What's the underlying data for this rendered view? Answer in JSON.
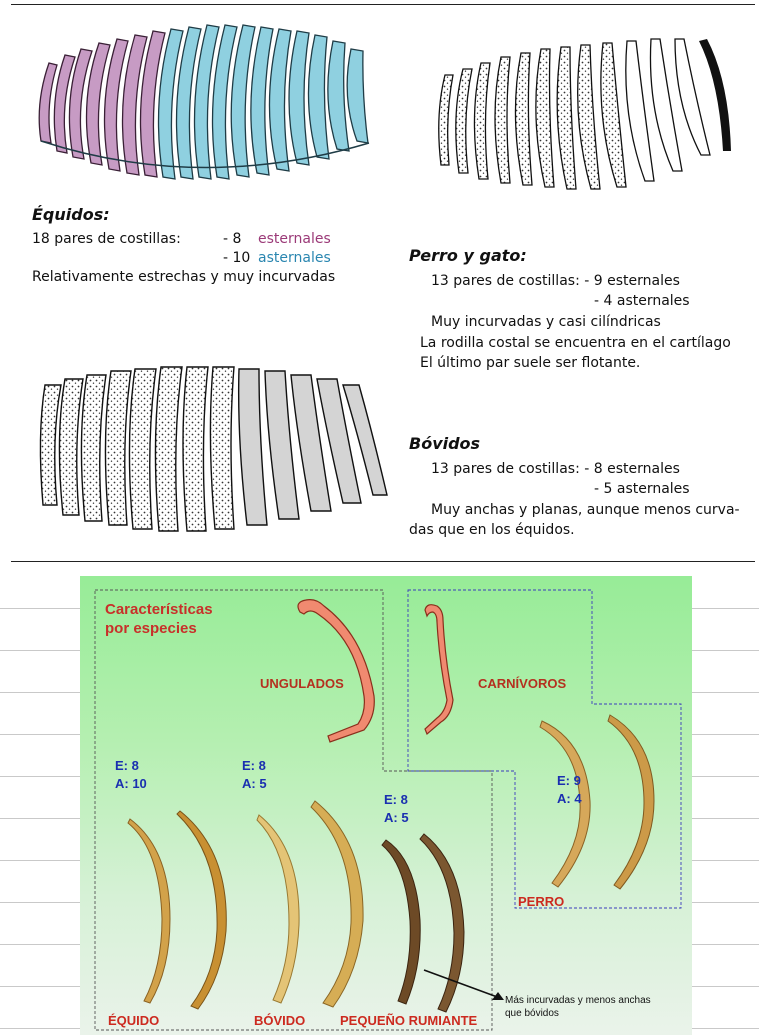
{
  "equidos": {
    "title": "Équidos:",
    "line1_prefix": "18 pares de costillas:",
    "line1_count": "- 8",
    "line1_term": "esternales",
    "line2_count": "- 10",
    "line2_term": "asternales",
    "line3": "Relativamente estrechas y muy incurvadas"
  },
  "perro": {
    "title": "Perro y gato:",
    "line1": "13 pares de costillas:  - 9 esternales",
    "line2": "- 4 asternales",
    "line3": "Muy incurvadas y casi cilíndricas",
    "line4": "La rodilla costal se encuentra en el cartílago",
    "line5": "El último par suele ser flotante."
  },
  "bovidos": {
    "title": "Bóvidos",
    "line1": "13 pares de costillas:  - 8 esternales",
    "line2": "- 5 asternales",
    "line3": "Muy anchas y planas, aunque menos curva-",
    "line4": "das que en los équidos."
  },
  "slide": {
    "title_line1": "Características",
    "title_line2": "por especies",
    "ungulados": "UNGULADOS",
    "carnivoros": "CARNÍVOROS",
    "equido_counts": "E: 8\nA: 10",
    "bovido_counts": "E: 8\nA: 5",
    "rumiante_counts": "E: 8\nA: 5",
    "perro_counts": "E: 9\nA: 4",
    "label_equido": "ÉQUIDO",
    "label_bovido": "BÓVIDO",
    "label_rumiante": "PEQUEÑO RUMIANTE",
    "label_perro": "PERRO",
    "note_line1": "Más incurvadas y menos anchas",
    "note_line2": "que bóvidos"
  },
  "colors": {
    "sternal_pink": "#c79bc4",
    "asternal_blue": "#8fd0e0",
    "slide_red": "#c8302a",
    "count_blue": "#1a2fb0",
    "bone_gold": "#d2a24a"
  }
}
